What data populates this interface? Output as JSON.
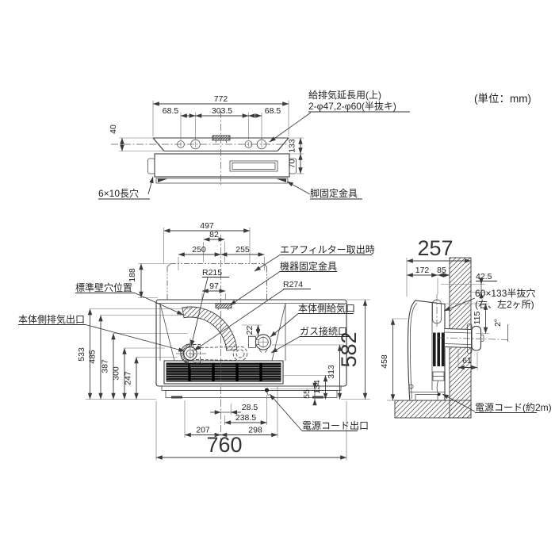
{
  "units_note": "(単位：mm)",
  "top_view": {
    "dims": {
      "overall_width": "772",
      "hole_pitch_left": "68.5",
      "hole_pitch_center": "303.5",
      "hole_pitch_right": "68.5",
      "top_depth": "40",
      "rear_depth": "133",
      "front_height": "70"
    },
    "callout_flue_line1": "給排気延長用(上)",
    "callout_flue_line2": "2-φ47,2-φ60(半抜キ)",
    "label_slot": "6×10長穴",
    "label_foot_bracket": "脚固定金具"
  },
  "front_view": {
    "dims_top": {
      "w497": "497",
      "w82": "82",
      "w250": "250",
      "w255": "255",
      "h188": "188",
      "r215": "R215",
      "w97": "97",
      "r274": "R274",
      "h22": "22"
    },
    "dims_left": {
      "h533": "533",
      "h485": "485",
      "h387": "387",
      "h300": "300",
      "h247": "247"
    },
    "dims_right": {
      "h582": "582",
      "h313": "313",
      "h134": "134",
      "h55": "55"
    },
    "dims_bottom": {
      "w28_5": "28.5",
      "w238_5": "238.5",
      "w207": "207",
      "w298": "298",
      "w760": "760"
    },
    "labels": {
      "air_filter": "エアフィルター取出時",
      "fixing_bracket": "機器固定金具",
      "wall_hole": "標準壁穴位置",
      "exhaust_outlet": "本体側排気出口",
      "air_inlet": "本体側給気口",
      "gas_connection": "ガス接続口",
      "power_cord_outlet": "電源コード出口"
    }
  },
  "side_view": {
    "dims": {
      "d257": "257",
      "d172": "172",
      "d85": "85",
      "d42_5": "42.5",
      "h115": "115",
      "angle": "2°",
      "w61": "61",
      "h458": "458"
    },
    "labels": {
      "knockout_line1": "60×133半抜穴",
      "knockout_line2": "(右、左2ヶ所)",
      "power_cord": "電源コード(約2m)"
    }
  }
}
